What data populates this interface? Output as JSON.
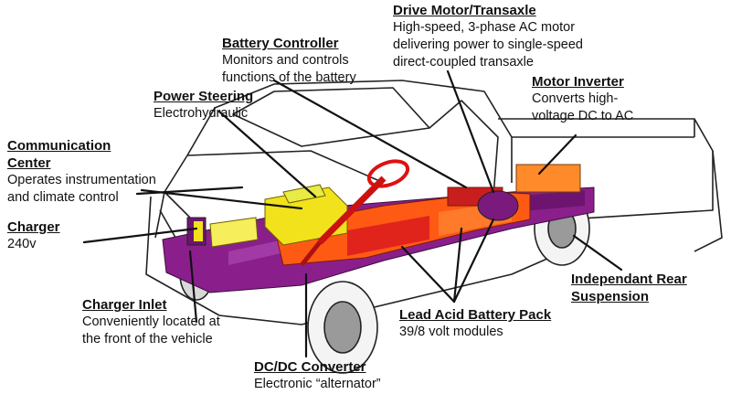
{
  "callouts": {
    "drive_motor": {
      "title": "Drive Motor/Transaxle",
      "desc": [
        "High-speed, 3-phase AC motor",
        "delivering power to single-speed",
        "direct-coupled transaxle"
      ]
    },
    "battery_ctrl": {
      "title": "Battery Controller",
      "desc": [
        "Monitors and controls",
        "functions of the battery"
      ]
    },
    "motor_inverter": {
      "title": "Motor Inverter",
      "desc": [
        "Converts high-",
        "voltage DC to AC"
      ]
    },
    "power_steering": {
      "title": "Power Steering",
      "desc": [
        "Electrohydraulic"
      ]
    },
    "comm_center": {
      "title": [
        "Communication",
        "Center"
      ],
      "desc": [
        "Operates instrumentation",
        "and climate control"
      ]
    },
    "charger": {
      "title": "Charger",
      "desc": [
        "240v"
      ]
    },
    "charger_inlet": {
      "title": "Charger Inlet",
      "desc": [
        "Conveniently located at",
        "the front of the vehicle"
      ]
    },
    "dcdc": {
      "title": "DC/DC Converter",
      "desc": [
        "Electronic “alternator”"
      ]
    },
    "battery_pack": {
      "title": "Lead Acid Battery Pack",
      "desc": [
        "39/8 volt modules"
      ]
    },
    "rear_susp": {
      "title": [
        "Independant Rear",
        "Suspension"
      ],
      "desc": []
    }
  },
  "colors": {
    "chassis_purple": "#8a1f8c",
    "battery_orange": "#ff5a14",
    "battery_red": "#e0241c",
    "controller_yellow": "#f2e21c",
    "outline": "#222222"
  }
}
